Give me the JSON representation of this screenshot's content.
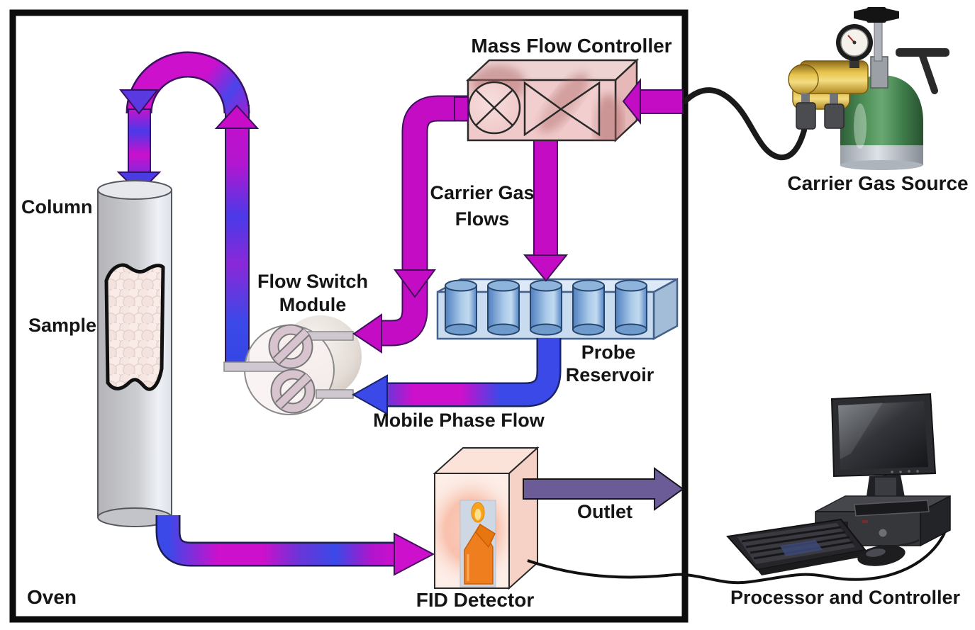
{
  "diagram": {
    "type": "inverse-gas-chromatography-schematic",
    "labels": {
      "oven": "Oven",
      "column": "Column",
      "sample": "Sample",
      "mass_flow_controller": "Mass Flow Controller",
      "carrier_gas_source": "Carrier Gas Source",
      "carrier_gas_flows_line1": "Carrier Gas",
      "carrier_gas_flows_line2": "Flows",
      "flow_switch_module_line1": "Flow Switch",
      "flow_switch_module_line2": "Module",
      "probe_reservoir_line1": "Probe",
      "probe_reservoir_line2": "Reservoir",
      "mobile_phase_flow": "Mobile Phase Flow",
      "outlet": "Outlet",
      "fid_detector": "FID Detector",
      "processor_and_controller": "Processor and Controller"
    },
    "colors": {
      "carrier_flow_magenta": "#c40cc4",
      "mobile_flow_blue": "#3a49e8",
      "outlet_purple": "#6b5b96",
      "controller_box_pink": "#f0caca",
      "reservoir_blue": "#c9dbee",
      "tank_green": "#3f7d4a",
      "flame_orange": "#ef7f1e",
      "oven_border": "#0d0d0d"
    }
  }
}
